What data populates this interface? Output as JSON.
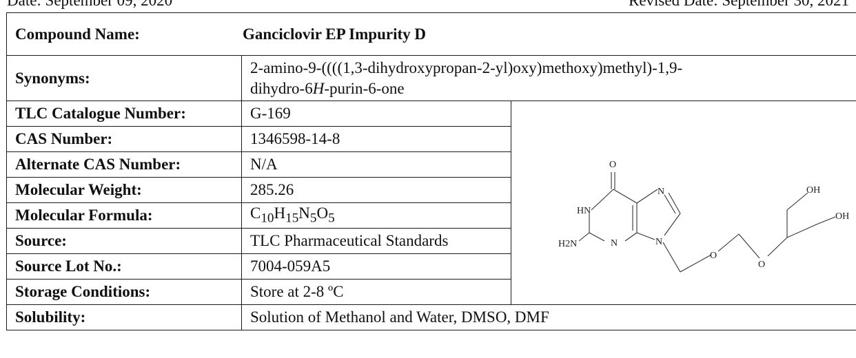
{
  "header": {
    "date_left": "Date: September 09, 2020",
    "date_right": "Revised Date: September 30, 2021"
  },
  "compound": {
    "name_label": "Compound Name:",
    "name_value": "Ganciclovir EP Impurity D"
  },
  "synonyms": {
    "label": "Synonyms:",
    "value": "2-amino-9-((((1,3-dihydroxypropan-2-yl)oxy)methoxy)methyl)-1,9-dihydro-6H-purin-6-one"
  },
  "rows": [
    {
      "label": "TLC Catalogue Number:",
      "value": "G-169"
    },
    {
      "label": "CAS Number:",
      "value": "1346598-14-8"
    },
    {
      "label": "Alternate CAS Number:",
      "value": "N/A"
    },
    {
      "label": "Molecular Weight:",
      "value": "285.26"
    },
    {
      "label": "Molecular Formula:",
      "value": "C10H15N5O5"
    },
    {
      "label": "Source:",
      "value": "TLC Pharmaceutical Standards"
    },
    {
      "label": "Source Lot No.:",
      "value": "7004-059A5"
    },
    {
      "label": "Storage Conditions:",
      "value": "Store at 2-8 ºC"
    }
  ],
  "solubility": {
    "label": "Solubility:",
    "value": "Solution of Methanol and Water, DMSO, DMF"
  },
  "structure_labels": {
    "o_top": "O",
    "hn": "HN",
    "n_right": "N",
    "n_bottom": "N",
    "n9": "N",
    "h2n": "H2N",
    "o_link1": "O",
    "o_link2": "O",
    "oh1": "OH",
    "oh2": "OH"
  }
}
